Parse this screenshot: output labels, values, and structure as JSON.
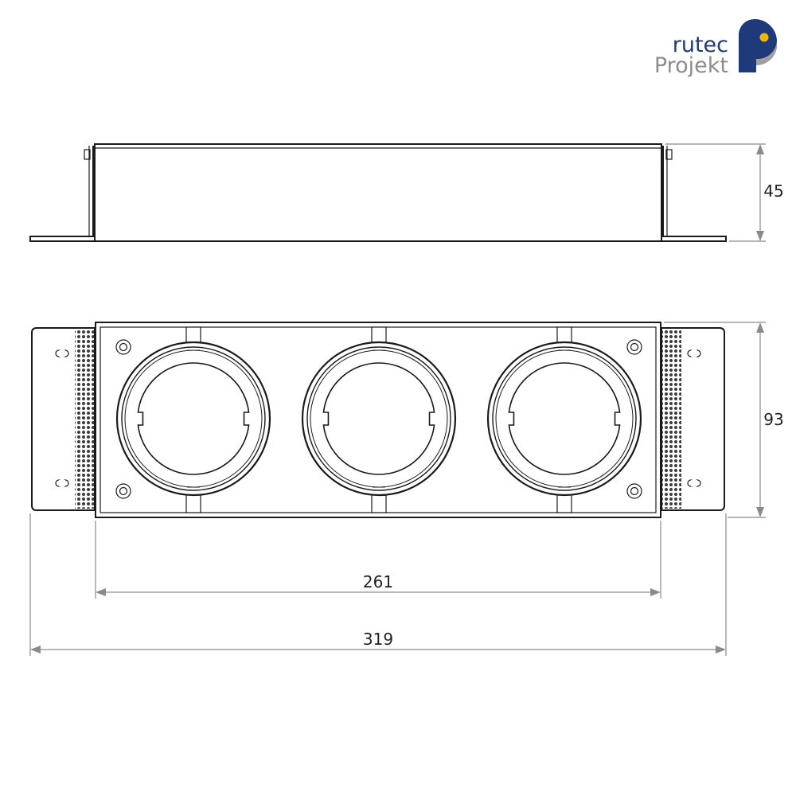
{
  "logo": {
    "line1": "rutec",
    "line2": "Projekt",
    "text_color_1": "#1f3a7a",
    "text_color_2": "#8c8c8c",
    "mark_color": "#1f3a7a",
    "mark_gray": "#a0a0a0",
    "dot_color": "#f2b800"
  },
  "dimensions": {
    "height_side": "45",
    "height_top": "93",
    "inner_width": "261",
    "outer_width": "319"
  },
  "counts": {
    "lamp_openings": 3,
    "corner_screws": 4
  },
  "colors": {
    "line": "#1a1a1a",
    "dimension": "#8a8a8a"
  }
}
